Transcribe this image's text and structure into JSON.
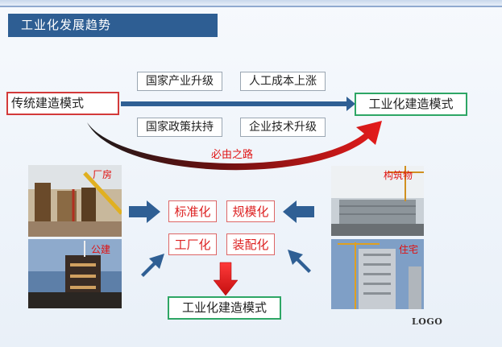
{
  "title": "工业化发展趋势",
  "traditional": "传统建造模式",
  "industrialized": "工业化建造模式",
  "factors_top": [
    "国家产业升级",
    "人工成本上涨"
  ],
  "factors_bottom": [
    "国家政策扶持",
    "企业技术升级"
  ],
  "curve_label": "必由之路",
  "photos": {
    "factory": "厂房",
    "public": "公建",
    "structure": "构筑物",
    "residential": "住宅"
  },
  "methods": [
    "标准化",
    "规模化",
    "工厂化",
    "装配化"
  ],
  "result": "工业化建造模式",
  "logo": "LOGO",
  "colors": {
    "title_bg": "#2e5e93",
    "accent_red": "#d33a3a",
    "accent_green": "#2ea665",
    "arrow_blue": "#2f5f94"
  }
}
